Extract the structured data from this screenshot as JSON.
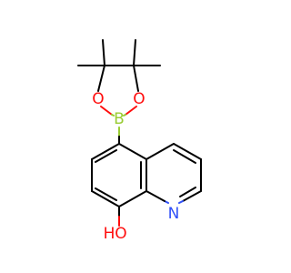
{
  "molecule": {
    "atoms": {
      "boron": {
        "label": "B",
        "color": "#99cc33"
      },
      "oxygen_left": {
        "label": "O",
        "color": "#ff0d0d"
      },
      "oxygen_right": {
        "label": "O",
        "color": "#ff0d0d"
      },
      "nitrogen": {
        "label": "N",
        "color": "#3050f8"
      },
      "hydroxyl": {
        "label": "H",
        "color": "#ff0d0d"
      },
      "hydroxyl_oxygen": {
        "label": "O",
        "color": "#ff0d0d"
      }
    },
    "bond_color": "#000000"
  }
}
